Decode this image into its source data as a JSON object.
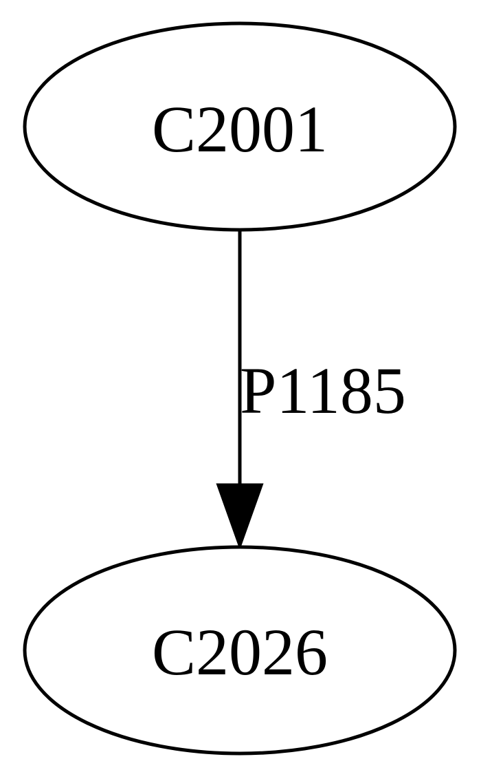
{
  "diagram": {
    "type": "directed-graph",
    "nodes": [
      {
        "id": "C2001",
        "label": "C2001"
      },
      {
        "id": "C2026",
        "label": "C2026"
      }
    ],
    "edges": [
      {
        "from": "C2001",
        "to": "C2026",
        "label": "P1185"
      }
    ]
  },
  "colors": {
    "stroke": "#000000",
    "background": "#ffffff"
  }
}
